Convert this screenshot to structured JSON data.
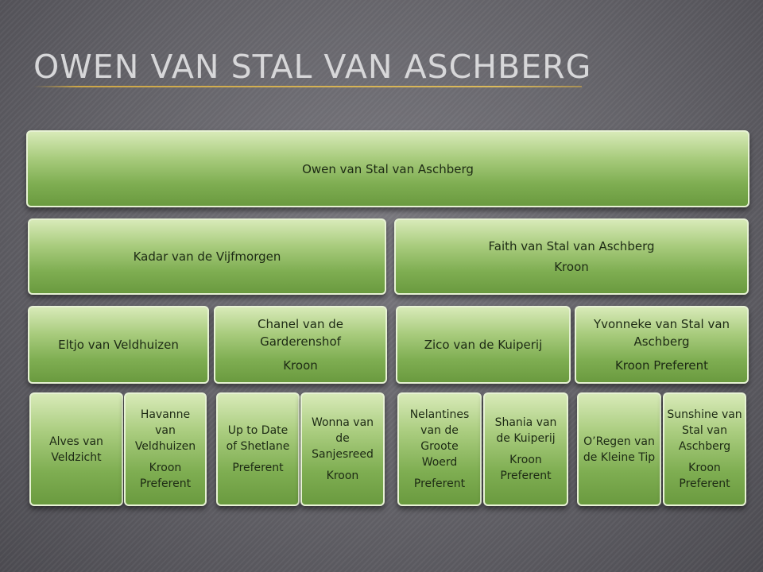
{
  "slide": {
    "title": "Owen van Stal van Aschberg"
  },
  "pedigree": {
    "root": {
      "name": "Owen van Stal van Aschberg"
    },
    "sire": {
      "name": "Kadar van de Vijfmorgen"
    },
    "dam": {
      "name": "Faith van Stal van Aschberg",
      "status": "Kroon"
    },
    "sire_sire": {
      "name": "Eltjo van Veldhuizen"
    },
    "sire_dam": {
      "name": "Chanel  van de Garderenshof",
      "status": "Kroon"
    },
    "dam_sire": {
      "name": "Zico van de Kuiperij"
    },
    "dam_dam": {
      "name": "Yvonneke van Stal van Aschberg",
      "status": "Kroon Preferent"
    },
    "ss_sire": {
      "name": "Alves van Veldzicht"
    },
    "ss_dam": {
      "name": "Havanne van Veldhuizen",
      "status": "Kroon Preferent"
    },
    "sd_sire": {
      "name": "Up to Date of Shetlane",
      "status": "Preferent"
    },
    "sd_dam": {
      "name": "Wonna van de Sanjesreed",
      "status": "Kroon"
    },
    "ds_sire": {
      "name": "Nelantines van de Groote Woerd",
      "status": "Preferent"
    },
    "ds_dam": {
      "name": "Shania van de Kuiperij",
      "status": "Kroon Preferent"
    },
    "dd_sire": {
      "name": "O’Regen van de Kleine Tip"
    },
    "dd_dam": {
      "name": "Sunshine van Stal van Aschberg",
      "status": "Kroon Preferent"
    }
  },
  "colors": {
    "box_fill_top": "#d8eab8",
    "box_fill_bottom": "#6a9a3f",
    "title_rule": "#d2aa46"
  }
}
